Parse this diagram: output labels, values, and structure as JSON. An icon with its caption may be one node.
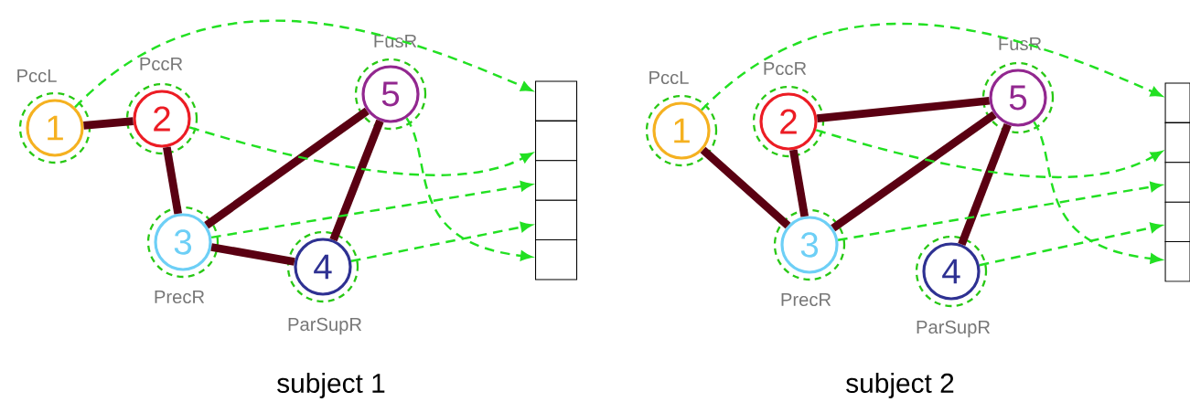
{
  "diagram": {
    "nodes": [
      {
        "text": [
          "1"
        ],
        "beside": [
          "PccL"
        ]
      },
      {
        "text": [
          "2"
        ],
        "beside": [
          "PccR"
        ]
      },
      {
        "text": [
          "3"
        ],
        "beside": [
          "PrecR"
        ]
      },
      {
        "text": [
          "4"
        ],
        "beside": [
          "ParSupR"
        ]
      },
      {
        "text": [
          "5"
        ],
        "beside": [
          "FusR"
        ]
      },
      {
        "text": [],
        "shape": "box"
      },
      {
        "text": [],
        "shape": "box"
      },
      {
        "text": [],
        "shape": "box"
      },
      {
        "text": [],
        "shape": "box"
      },
      {
        "text": [],
        "shape": "box"
      },
      {
        "text": [
          "1"
        ],
        "beside": [
          "PccL"
        ]
      },
      {
        "text": [
          "2"
        ],
        "beside": [
          "PccR"
        ]
      },
      {
        "text": [
          "3"
        ],
        "beside": [
          "PrecR"
        ]
      },
      {
        "text": [
          "4"
        ],
        "beside": [
          "ParSupR"
        ]
      },
      {
        "text": [
          "5"
        ],
        "beside": [
          "FusR"
        ]
      },
      {
        "text": [],
        "shape": "box"
      },
      {
        "text": [],
        "shape": "box"
      },
      {
        "text": [],
        "shape": "box"
      },
      {
        "text": [],
        "shape": "box"
      },
      {
        "text": [],
        "shape": "box"
      }
    ],
    "edges": [
      {
        "from": 0,
        "to": 1,
        "arrow": "none",
        "style": "thick"
      },
      {
        "from": 1,
        "to": 2,
        "arrow": "none",
        "style": "thick"
      },
      {
        "from": 2,
        "to": 4,
        "arrow": "none",
        "style": "thick"
      },
      {
        "from": 2,
        "to": 3,
        "arrow": "none",
        "style": "thick"
      },
      {
        "from": 3,
        "to": 4,
        "arrow": "none",
        "style": "thick"
      },
      {
        "from": 0,
        "to": 5,
        "arrow": "to",
        "style": "dashed",
        "color": "#22e022"
      },
      {
        "from": 1,
        "to": 6,
        "arrow": "to",
        "style": "dashed",
        "color": "#22e022"
      },
      {
        "from": 2,
        "to": 7,
        "arrow": "to",
        "style": "dashed",
        "color": "#22e022"
      },
      {
        "from": 3,
        "to": 8,
        "arrow": "to",
        "style": "dashed",
        "color": "#22e022"
      },
      {
        "from": 4,
        "to": 9,
        "arrow": "to",
        "style": "dashed",
        "color": "#22e022"
      },
      {
        "from": 10,
        "to": 12,
        "arrow": "none",
        "style": "thick"
      },
      {
        "from": 11,
        "to": 12,
        "arrow": "none",
        "style": "thick"
      },
      {
        "from": 11,
        "to": 14,
        "arrow": "none",
        "style": "thick"
      },
      {
        "from": 12,
        "to": 14,
        "arrow": "none",
        "style": "thick"
      },
      {
        "from": 13,
        "to": 14,
        "arrow": "none",
        "style": "thick"
      },
      {
        "from": 10,
        "to": 15,
        "arrow": "to",
        "style": "dashed",
        "color": "#22e022"
      },
      {
        "from": 11,
        "to": 16,
        "arrow": "to",
        "style": "dashed",
        "color": "#22e022"
      },
      {
        "from": 12,
        "to": 17,
        "arrow": "to",
        "style": "dashed",
        "color": "#22e022"
      },
      {
        "from": 13,
        "to": 18,
        "arrow": "to",
        "style": "dashed",
        "color": "#22e022"
      },
      {
        "from": 14,
        "to": 19,
        "arrow": "to",
        "style": "dashed",
        "color": "#22e022"
      }
    ],
    "labels": [
      "subject 1",
      "subject 2"
    ]
  }
}
